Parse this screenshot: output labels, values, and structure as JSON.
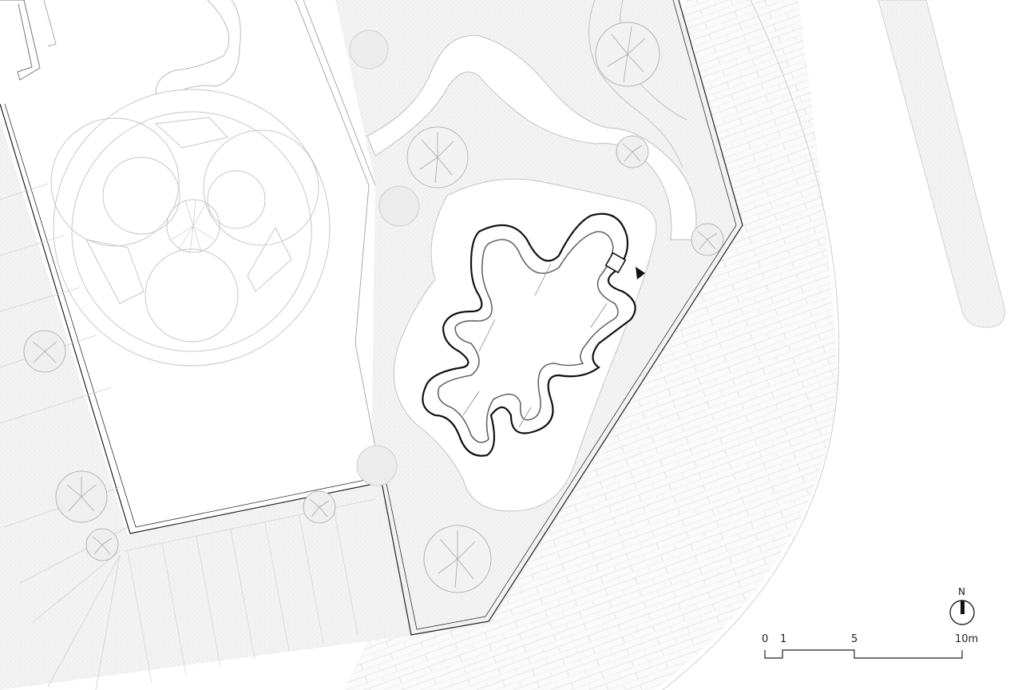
{
  "drawing": {
    "type": "site-plan",
    "colors": {
      "background": "#ffffff",
      "textured_ground": "#f1f1f1",
      "light_line": "#c8c8c8",
      "medium_line": "#8a8a8a",
      "dark_line": "#111111",
      "tree_stroke": "#9a9a9a"
    }
  },
  "elements": {
    "pavilion": {
      "name": "wavy-maze-pavilion",
      "entrance_marker": "triangle-arrow"
    },
    "circular_plaza": {
      "name": "circular-plaza-with-overlapping-circles"
    },
    "trees_count": 12
  },
  "scale_bar": {
    "ticks": [
      "0",
      "1",
      "5",
      "10m"
    ],
    "unit": "m"
  },
  "north_arrow": {
    "label": "N",
    "icon": "north-arrow-icon"
  }
}
